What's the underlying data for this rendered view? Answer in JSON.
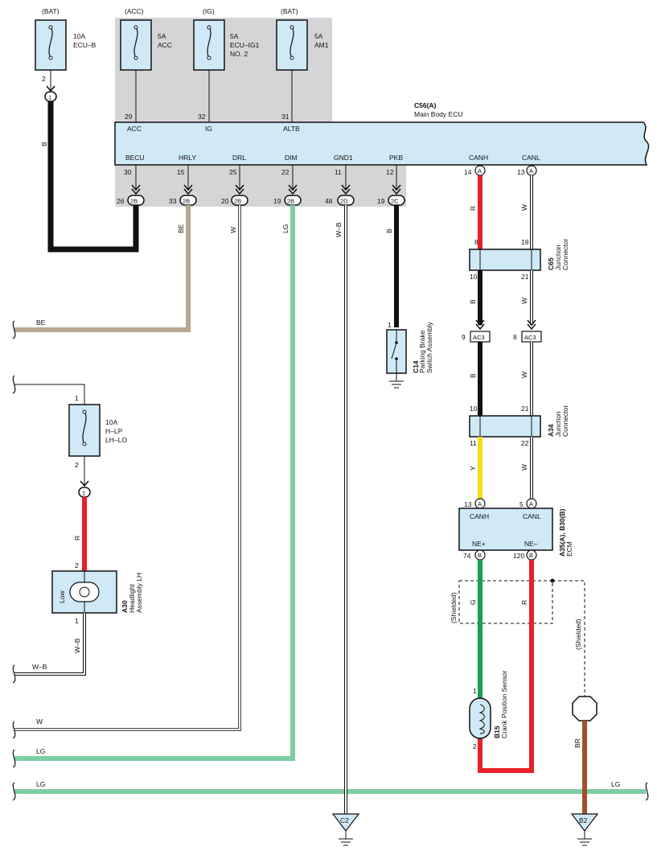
{
  "colors": {
    "ecu_fill": "#cfe9f6",
    "gray_box": "#d5d5d7",
    "black": "#111111",
    "beige": "#b9a792",
    "white": "#ffffff",
    "light_green": "#7fcea2",
    "green": "#13a150",
    "red": "#e8202a",
    "yellow": "#f3df16",
    "brown": "#a0522d"
  },
  "power_sources": {
    "bat1": "(BAT)",
    "acc": "(ACC)",
    "ig": "(IG)",
    "bat2": "(BAT)"
  },
  "fuses": {
    "ecub": {
      "line1": "10A",
      "line2": "ECU–B"
    },
    "acc": {
      "line1": "5A",
      "line2": "ACC"
    },
    "ecuig1": {
      "line1": "5A",
      "line2": "ECU–IG1",
      "line3": "NO. 2"
    },
    "am1": {
      "line1": "5A",
      "line2": "AM1"
    },
    "hlp": {
      "line1": "10A",
      "line2": "H–LP",
      "line3": "LH–LO"
    }
  },
  "main_ecu": {
    "code": "C56(A)",
    "name": "Main Body ECU",
    "top_terminals": [
      {
        "pin": "29",
        "name": "ACC"
      },
      {
        "pin": "32",
        "name": "IG"
      },
      {
        "pin": "31",
        "name": "ALTB"
      }
    ],
    "bottom_terminals": [
      {
        "pin": "30",
        "name": "BECU",
        "conn": "2B",
        "conn_pin": "26"
      },
      {
        "pin": "15",
        "name": "HRLY",
        "conn": "2B",
        "conn_pin": "33"
      },
      {
        "pin": "25",
        "name": "DRL",
        "conn": "2B",
        "conn_pin": "20"
      },
      {
        "pin": "22",
        "name": "DIM",
        "conn": "2B",
        "conn_pin": "19"
      },
      {
        "pin": "11",
        "name": "GND1",
        "conn": "2D",
        "conn_pin": "48"
      },
      {
        "pin": "12",
        "name": "PKB",
        "conn": "2C",
        "conn_pin": "19"
      },
      {
        "pin": "14",
        "name": "CANH",
        "conn": "A"
      },
      {
        "pin": "13",
        "name": "CANL",
        "conn": "A"
      }
    ]
  },
  "bat_fuse_pin": "2",
  "bat_splice": "1",
  "wire_colors": {
    "b": "B",
    "be": "BE",
    "w": "W",
    "lg": "LG",
    "wb": "W–B",
    "r": "R",
    "y": "Y",
    "g": "G",
    "br": "BR"
  },
  "parking_brake": {
    "code": "C14",
    "name1": "Parking Brake",
    "name2": "Switch Assembly",
    "pin": "1"
  },
  "junction_c65": {
    "code": "C65",
    "name1": "Junction",
    "name2": "Connector",
    "pins": [
      "8",
      "19",
      "10",
      "21"
    ]
  },
  "ac3": {
    "label": "AC3",
    "pin_left": "9",
    "pin_right": "8"
  },
  "junction_a34": {
    "code": "A34",
    "name1": "Junction",
    "name2": "Connector",
    "pins": [
      "10",
      "21",
      "11",
      "22"
    ]
  },
  "ecm": {
    "code": "A35(A), B30(B)",
    "name": "ECM",
    "top": [
      {
        "pin": "13",
        "conn": "A",
        "name": "CANH"
      },
      {
        "pin": "5",
        "conn": "A",
        "name": "CANL"
      }
    ],
    "bottom": [
      {
        "pin": "74",
        "conn": "B",
        "name": "NE+"
      },
      {
        "pin": "120",
        "conn": "B",
        "name": "NE–"
      }
    ]
  },
  "shielded": "(Shielded)",
  "crank_sensor": {
    "code": "B15",
    "name": "Crank Position Sensor",
    "pin1": "1",
    "pin2": "2"
  },
  "headlight": {
    "code": "A30",
    "name1": "Headlight",
    "name2": "Assembly LH",
    "low": "Low",
    "pin_top": "2",
    "pin_bot": "1"
  },
  "hlp_fuse_pins": {
    "top": "1",
    "bottom": "2"
  },
  "hlp_splice": "1",
  "grounds": {
    "c2": "C2",
    "b2": "B2"
  }
}
